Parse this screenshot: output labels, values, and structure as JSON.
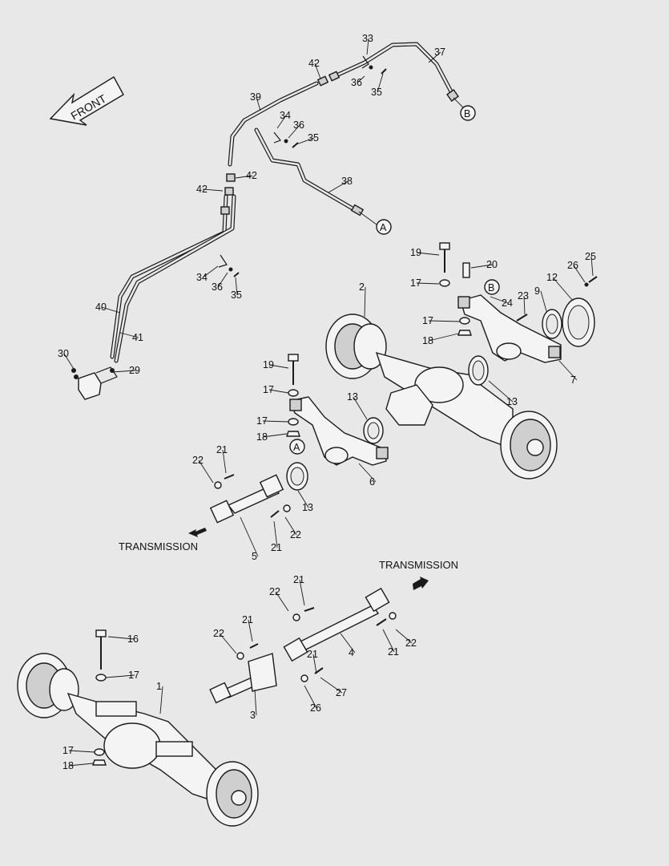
{
  "front_arrow": {
    "label": "FRONT"
  },
  "transmission_labels": [
    "TRANSMISSION",
    "TRANSMISSION"
  ],
  "connectors": {
    "a": "A",
    "b": "B"
  },
  "callouts": [
    {
      "id": "c33",
      "text": "33"
    },
    {
      "id": "c37",
      "text": "37"
    },
    {
      "id": "c42a",
      "text": "42"
    },
    {
      "id": "c36a",
      "text": "36"
    },
    {
      "id": "c35a",
      "text": "35"
    },
    {
      "id": "c39",
      "text": "39"
    },
    {
      "id": "c34a",
      "text": "34"
    },
    {
      "id": "c36b",
      "text": "36"
    },
    {
      "id": "c35b",
      "text": "35"
    },
    {
      "id": "c42b",
      "text": "42"
    },
    {
      "id": "c42c",
      "text": "42"
    },
    {
      "id": "c38",
      "text": "38"
    },
    {
      "id": "c34b",
      "text": "34"
    },
    {
      "id": "c36c",
      "text": "36"
    },
    {
      "id": "c35c",
      "text": "35"
    },
    {
      "id": "c40",
      "text": "40"
    },
    {
      "id": "c41",
      "text": "41"
    },
    {
      "id": "c30",
      "text": "30"
    },
    {
      "id": "c29",
      "text": "29"
    },
    {
      "id": "c19a",
      "text": "19"
    },
    {
      "id": "c20",
      "text": "20"
    },
    {
      "id": "c25",
      "text": "25"
    },
    {
      "id": "c26a",
      "text": "26"
    },
    {
      "id": "c12",
      "text": "12"
    },
    {
      "id": "c17a",
      "text": "17"
    },
    {
      "id": "c24",
      "text": "24"
    },
    {
      "id": "c23",
      "text": "23"
    },
    {
      "id": "c9",
      "text": "9"
    },
    {
      "id": "c2",
      "text": "2"
    },
    {
      "id": "c17b",
      "text": "17"
    },
    {
      "id": "c18a",
      "text": "18"
    },
    {
      "id": "c7",
      "text": "7"
    },
    {
      "id": "c13a",
      "text": "13"
    },
    {
      "id": "c19b",
      "text": "19"
    },
    {
      "id": "c17c",
      "text": "17"
    },
    {
      "id": "c13b",
      "text": "13"
    },
    {
      "id": "c17d",
      "text": "17"
    },
    {
      "id": "c18b",
      "text": "18"
    },
    {
      "id": "c6",
      "text": "6"
    },
    {
      "id": "c21a",
      "text": "21"
    },
    {
      "id": "c22a",
      "text": "22"
    },
    {
      "id": "c13c",
      "text": "13"
    },
    {
      "id": "c21b",
      "text": "21"
    },
    {
      "id": "c22b",
      "text": "22"
    },
    {
      "id": "c5",
      "text": "5"
    },
    {
      "id": "c21c",
      "text": "21"
    },
    {
      "id": "c22c",
      "text": "22"
    },
    {
      "id": "c21d",
      "text": "21"
    },
    {
      "id": "c22d",
      "text": "22"
    },
    {
      "id": "c16",
      "text": "16"
    },
    {
      "id": "c22e",
      "text": "22"
    },
    {
      "id": "c21e",
      "text": "21"
    },
    {
      "id": "c4",
      "text": "4"
    },
    {
      "id": "c21f",
      "text": "21"
    },
    {
      "id": "c17e",
      "text": "17"
    },
    {
      "id": "c1",
      "text": "1"
    },
    {
      "id": "c3",
      "text": "3"
    },
    {
      "id": "c27",
      "text": "27"
    },
    {
      "id": "c26b",
      "text": "26"
    },
    {
      "id": "c17f",
      "text": "17"
    },
    {
      "id": "c18c",
      "text": "18"
    }
  ]
}
